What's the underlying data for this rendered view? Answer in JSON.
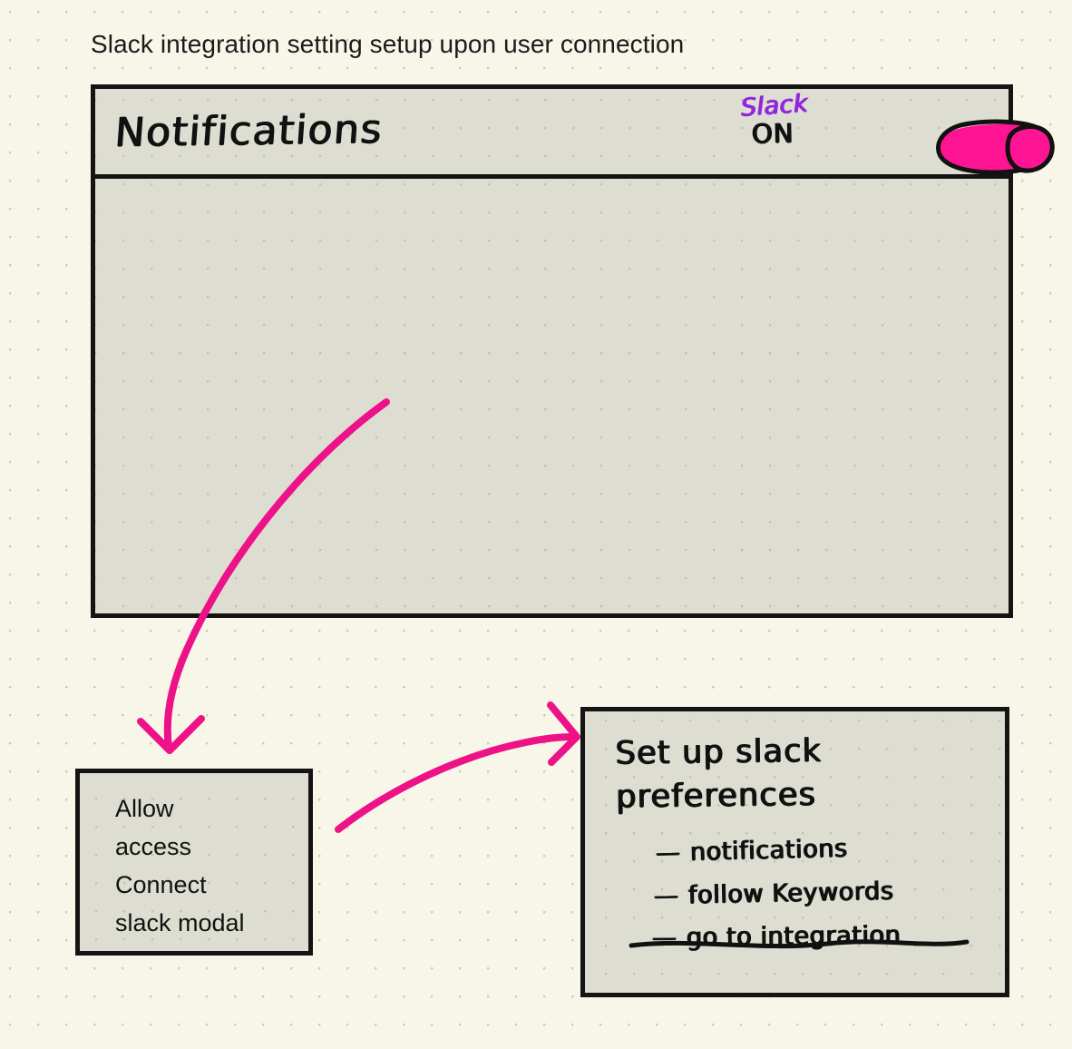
{
  "page": {
    "title": "Slack integration setting setup upon user connection",
    "background_color": "#F8F6E9",
    "dot_grid_color": "#CFCBB6"
  },
  "colors": {
    "ink": "#141414",
    "accent_pink": "#EE1288",
    "toggle_fill": "#FF1493",
    "slack_purple": "#9026DE",
    "panel_fill": "#DDDED1"
  },
  "notifications_panel": {
    "header": {
      "title": "Notifications",
      "toggle": {
        "label": "Slack",
        "state_label": "ON",
        "state": "on",
        "knob_position": "right"
      }
    },
    "body": {
      "content": ""
    }
  },
  "allow_access_box": {
    "lines": [
      "Allow",
      "access",
      "Connect",
      "slack modal"
    ]
  },
  "preferences_box": {
    "heading_line_1": "Set up slack",
    "heading_line_2": "preferences",
    "dash": "—",
    "items": [
      {
        "text": "notifications",
        "underlined": false
      },
      {
        "text": "follow Keywords",
        "underlined": false
      },
      {
        "text": "go to integration",
        "underlined": true
      }
    ]
  },
  "arrows": [
    {
      "name": "panel-to-allow-box",
      "from": "notifications-panel",
      "to": "allow-access-box",
      "direction": "down"
    },
    {
      "name": "allow-box-to-preferences",
      "from": "allow-access-box",
      "to": "preferences-box",
      "direction": "right"
    }
  ]
}
